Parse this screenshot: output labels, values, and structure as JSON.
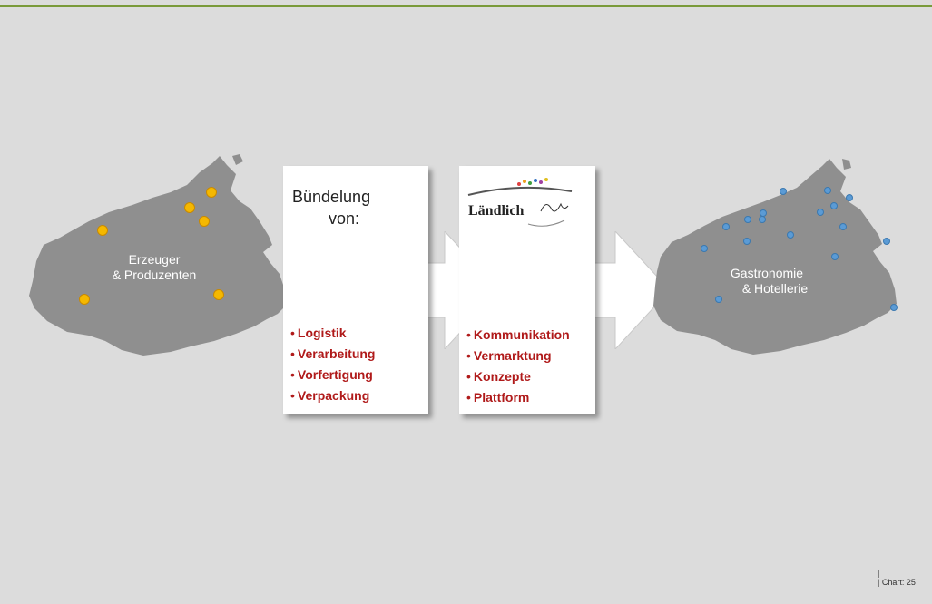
{
  "left_map": {
    "label_line1": "Erzeuger",
    "label_line2": "& Produzenten",
    "dot_color": "#f5b800",
    "dot_stroke": "#c98a00"
  },
  "right_map": {
    "label_line1": "Gastronomie",
    "label_line2": "& Hotellerie",
    "dot_color": "#5b9bd5",
    "dot_stroke": "#3a78b0"
  },
  "box1": {
    "title_line1": "Bündelung",
    "title_line2": "von:",
    "items": [
      "Logistik",
      "Verarbeitung",
      "Vorfertigung",
      "Verpackung"
    ]
  },
  "box2": {
    "logo_text": "Ländlich",
    "items": [
      "Kommunikation",
      "Vermarktung",
      "Konzepte",
      "Plattform"
    ]
  },
  "colors": {
    "accent_line": "#7a9a3a",
    "bullet_text": "#b01a1a",
    "map_fill": "#8f8f8f",
    "background": "#dcdcdc"
  },
  "footer": {
    "bar": "|",
    "chart_label": "| Chart:  25"
  }
}
